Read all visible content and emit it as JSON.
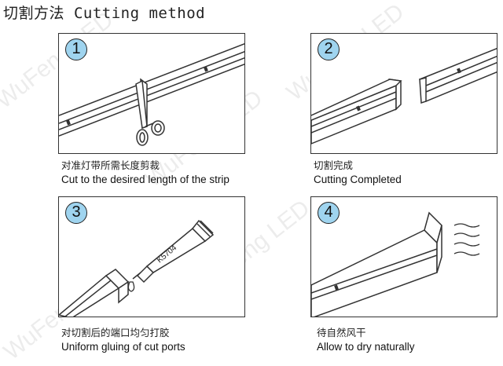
{
  "title": "切割方法 Cutting method",
  "watermark": "WuFeng LED",
  "steps": [
    {
      "number": "1",
      "caption_zh": "对准灯带所需长度剪裁",
      "caption_en": "Cut to the desired length of the strip"
    },
    {
      "number": "2",
      "caption_zh": "切割完成",
      "caption_en": "Cutting Completed"
    },
    {
      "number": "3",
      "caption_zh": "对切割后的端口均匀打胶",
      "caption_en": "Uniform gluing of cut ports",
      "tube_label": "K5704"
    },
    {
      "number": "4",
      "caption_zh": "待自然风干",
      "caption_en": "Allow to dry naturally"
    }
  ],
  "colors": {
    "badge": "#9fd4ef",
    "line": "#333333"
  }
}
